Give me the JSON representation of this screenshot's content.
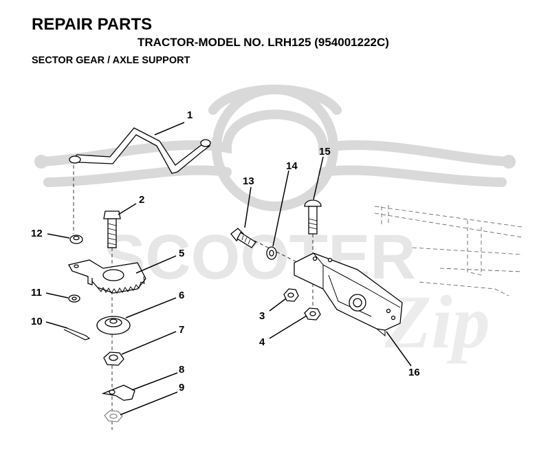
{
  "header": {
    "title": "REPAIR PARTS",
    "model": "TRACTOR-MODEL NO. LRH125 (954001222C)",
    "section": "SECTOR GEAR / AXLE SUPPORT"
  },
  "watermark": {
    "text": "SCOOTER",
    "script": "Zip"
  },
  "callouts": {
    "p1": "1",
    "p2": "2",
    "p3": "3",
    "p4": "4",
    "p5": "5",
    "p6": "6",
    "p7": "7",
    "p8": "8",
    "p9": "9",
    "p10": "10",
    "p11": "11",
    "p12": "12",
    "p13": "13",
    "p14": "14",
    "p15": "15",
    "p16": "16"
  },
  "colors": {
    "ink": "#000000",
    "background": "#ffffff",
    "watermark": "#d9d9d9"
  }
}
